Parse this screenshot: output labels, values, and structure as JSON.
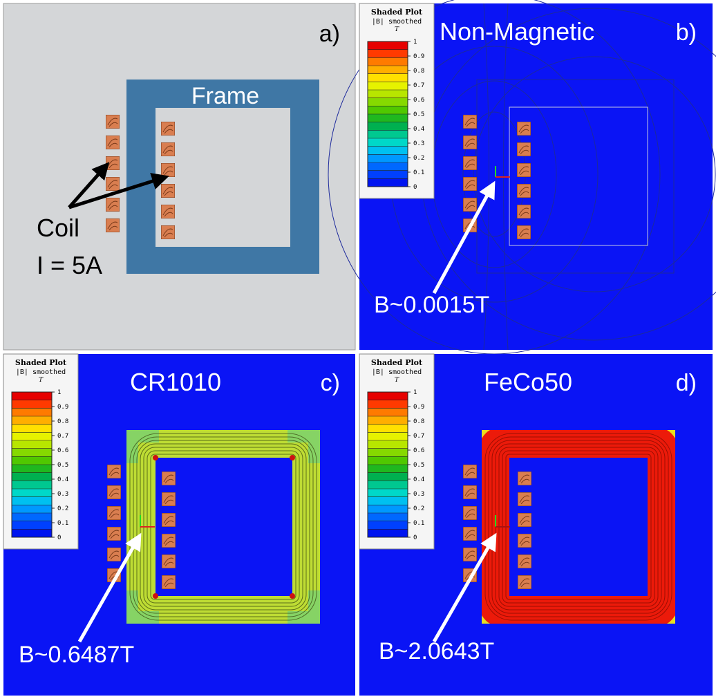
{
  "panels": {
    "a": {
      "letter": "a)",
      "frame_label": "Frame",
      "coil_label": "Coil",
      "current_label": "I = 5A"
    },
    "b": {
      "letter": "b)",
      "title": "Non-Magnetic",
      "value_label": "B~0.0015T"
    },
    "c": {
      "letter": "c)",
      "title": "CR1010",
      "value_label": "B~0.6487T"
    },
    "d": {
      "letter": "d)",
      "title": "FeCo50",
      "value_label": "B~2.0643T"
    }
  },
  "legend": {
    "title": "Shaded Plot",
    "subtitle": "|B| smoothed",
    "unit": "T",
    "ticks": [
      "1",
      "0.9",
      "0.8",
      "0.7",
      "0.6",
      "0.5",
      "0.4",
      "0.3",
      "0.2",
      "0.1",
      "0"
    ],
    "colors": [
      "#e60000",
      "#ff3a00",
      "#ff7a00",
      "#ffae00",
      "#ffe000",
      "#e6f200",
      "#b8e600",
      "#86d900",
      "#50c800",
      "#1fb81f",
      "#00b050",
      "#00c890",
      "#00d8c8",
      "#00c0f0",
      "#0098ff",
      "#0068ff",
      "#0040ff",
      "#0014f0"
    ]
  },
  "colors": {
    "background_a": "#d4d6d8",
    "frame_a": "#3f77a5",
    "field_bg": "#0a14f5",
    "coil": "#d97e50",
    "frame_c": "#bedc34",
    "frame_d": "#ec1a0a"
  }
}
